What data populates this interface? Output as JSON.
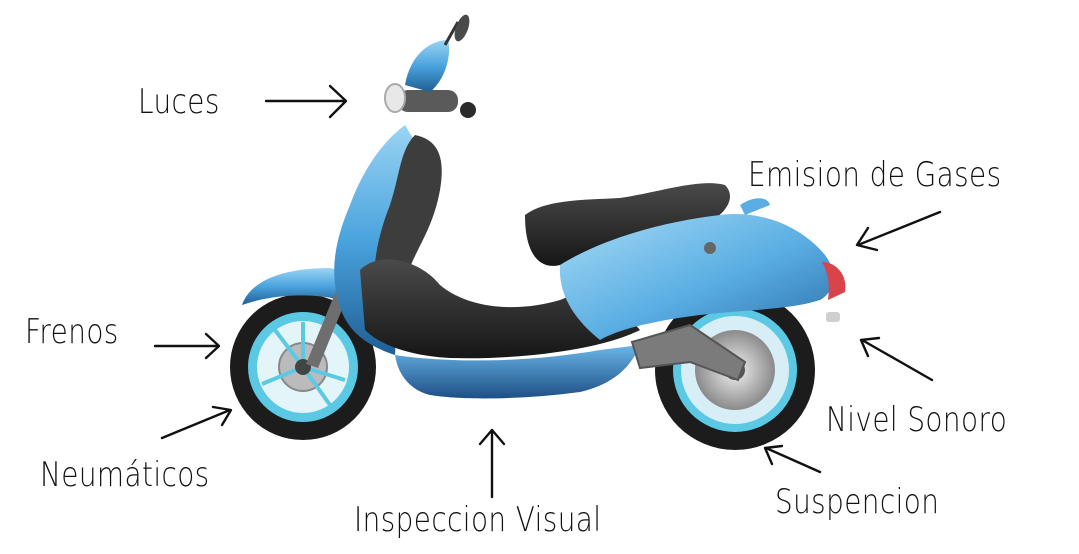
{
  "labels": {
    "luces": "Luces",
    "emision": "Emision de Gases",
    "frenos": "Frenos",
    "neumaticos": "Neumáticos",
    "nivel_sonoro": "Nivel Sonoro",
    "inspeccion": "Inspeccion Visual",
    "suspencion": "Suspencion"
  },
  "colors": {
    "body_light": "#7fc6ee",
    "body": "#3b95d4",
    "body_dark": "#1f5e95",
    "seat": "#2b2b2b",
    "floor": "#3a3a3a",
    "rim": "#5cc9e4",
    "tire": "#1c1c1c",
    "taillight": "#d9434a",
    "text": "#111111"
  },
  "icons": [
    "scooter-icon",
    "arrow-icon"
  ]
}
